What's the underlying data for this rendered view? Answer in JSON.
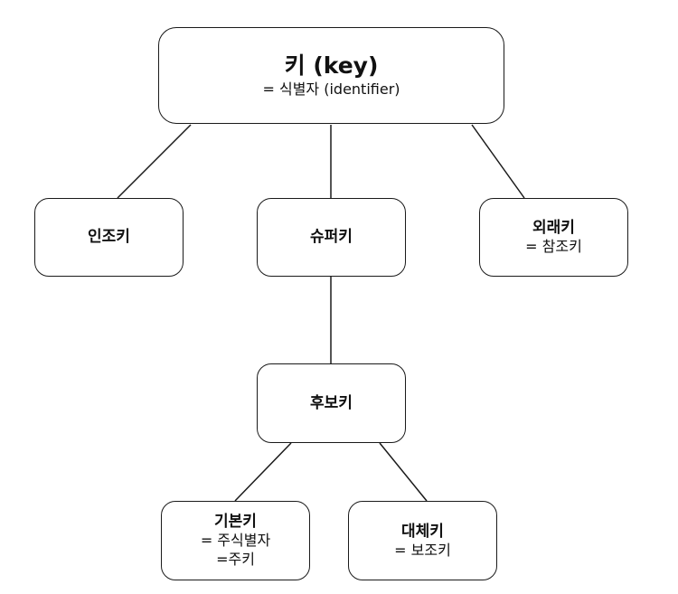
{
  "nodes": {
    "key": {
      "title": "키 (key)",
      "subtitle": "= 식별자 (identifier)"
    },
    "artificial": {
      "title": "인조키"
    },
    "super": {
      "title": "슈퍼키"
    },
    "foreign": {
      "title": "외래키",
      "subtitle": "= 참조키"
    },
    "candidate": {
      "title": "후보키"
    },
    "primary": {
      "title": "기본키",
      "subtitle": "= 주식별자",
      "subtitle2": "=주키"
    },
    "alternate": {
      "title": "대체키",
      "subtitle": "= 보조키"
    }
  },
  "edges": [
    [
      "key",
      "artificial"
    ],
    [
      "key",
      "super"
    ],
    [
      "key",
      "foreign"
    ],
    [
      "super",
      "candidate"
    ],
    [
      "candidate",
      "primary"
    ],
    [
      "candidate",
      "alternate"
    ]
  ]
}
